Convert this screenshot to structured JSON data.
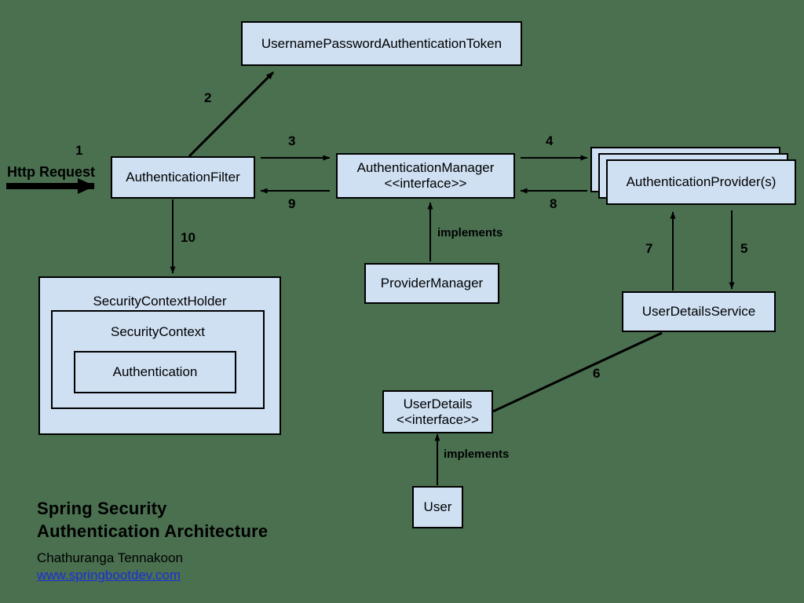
{
  "diagram": {
    "title": "Spring Security Authentication Architecture",
    "background_color": "#4a7050",
    "box_fill_color": "#cfe0f3",
    "box_border_color": "#000000",
    "link_color": "#1b2ed8"
  },
  "nodes": {
    "token": {
      "label": "UsernamePasswordAuthenticationToken"
    },
    "filter": {
      "label": "AuthenticationFilter"
    },
    "manager": {
      "label": "AuthenticationManager",
      "stereotype": "<<interface>>"
    },
    "provider": {
      "label": "AuthenticationProvider(s)"
    },
    "provider_manager": {
      "label": "ProviderManager"
    },
    "user_details_service": {
      "label": "UserDetailsService"
    },
    "user_details": {
      "label": "UserDetails",
      "stereotype": "<<interface>>"
    },
    "user": {
      "label": "User"
    },
    "security_context_holder": {
      "label": "SecurityContextHolder"
    },
    "security_context": {
      "label": "SecurityContext"
    },
    "authentication": {
      "label": "Authentication"
    }
  },
  "edges": {
    "http_request": "Http Request",
    "step1": "1",
    "step2": "2",
    "step3": "3",
    "step4": "4",
    "step5": "5",
    "step6": "6",
    "step7": "7",
    "step8": "8",
    "step9": "9",
    "step10": "10",
    "implements_manager": "implements",
    "implements_user": "implements"
  },
  "credit": {
    "title_line1": "Spring Security",
    "title_line2": "Authentication Architecture",
    "author": "Chathuranga Tennakoon",
    "url": "www.springbootdev.com"
  }
}
